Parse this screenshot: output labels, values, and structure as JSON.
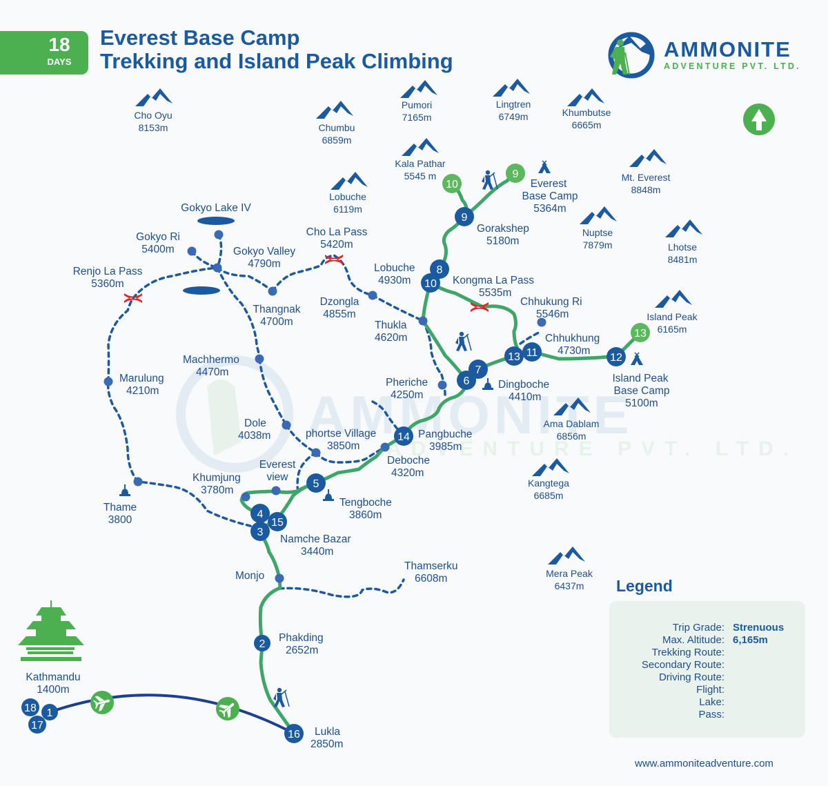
{
  "header": {
    "days_number": "18",
    "days_label": "DAYS",
    "title_line1": "Everest Base Camp",
    "title_line2": "Trekking and Island Peak Climbing"
  },
  "logo": {
    "brand": "AMMONITE",
    "subtitle": "ADVENTURE PVT. LTD.",
    "icon": "hiker-mountain-logo-icon"
  },
  "compass": {
    "icon": "north-arrow-icon"
  },
  "colors": {
    "primary_blue": "#1c5aa0",
    "route_green": "#3fa66a",
    "accent_green": "#4caf50",
    "pass_red": "#e0242b",
    "background": "#f8fafc",
    "legend_bg": "#e9f2ec"
  },
  "peaks": [
    {
      "name": "Cho Oyu",
      "altitude": "8153m"
    },
    {
      "name": "Chumbu",
      "altitude": "6859m"
    },
    {
      "name": "Pumori",
      "altitude": "7165m"
    },
    {
      "name": "Lingtren",
      "altitude": "6749m"
    },
    {
      "name": "Khumbutse",
      "altitude": "6665m"
    },
    {
      "name": "Kala Pathar",
      "altitude": "5545 m"
    },
    {
      "name": "Lobuche",
      "altitude": "6119m"
    },
    {
      "name": "Mt. Everest",
      "altitude": "8848m"
    },
    {
      "name": "Nuptse",
      "altitude": "7879m"
    },
    {
      "name": "Lhotse",
      "altitude": "8481m"
    },
    {
      "name": "Island Peak",
      "altitude": "6165m"
    },
    {
      "name": "Ama Dablam",
      "altitude": "6856m"
    },
    {
      "name": "Kangtega",
      "altitude": "6685m"
    },
    {
      "name": "Mera Peak",
      "altitude": "6437m"
    }
  ],
  "places": [
    {
      "name": "Everest",
      "name2": "Base Camp",
      "altitude": "5364m"
    },
    {
      "name": "Gorakshep",
      "altitude": "5180m"
    },
    {
      "name": "Lobuche",
      "altitude": "4930m"
    },
    {
      "name": "Kongma La Pass",
      "altitude": "5535m"
    },
    {
      "name": "Chhukung Ri",
      "altitude": "5546m"
    },
    {
      "name": "Chhukhung",
      "altitude": "4730m"
    },
    {
      "name": "Island Peak",
      "name2": "Base Camp",
      "altitude": "5100m"
    },
    {
      "name": "Thukla",
      "altitude": "4620m"
    },
    {
      "name": "Dingboche",
      "altitude": "4410m"
    },
    {
      "name": "Pheriche",
      "altitude": "4250m"
    },
    {
      "name": "Pangbuche",
      "altitude": "3985m"
    },
    {
      "name": "Deboche",
      "altitude": "4320m"
    },
    {
      "name": "Tengboche",
      "altitude": "3860m"
    },
    {
      "name": "phortse Village",
      "altitude": "3850m"
    },
    {
      "name": "Dole",
      "altitude": "4038m"
    },
    {
      "name": "Machhermo",
      "altitude": "4470m"
    },
    {
      "name": "Everest",
      "name2": "view",
      "altitude": ""
    },
    {
      "name": "Khumjung",
      "altitude": "3780m"
    },
    {
      "name": "Namche Bazar",
      "altitude": "3440m"
    },
    {
      "name": "Monjo",
      "altitude": ""
    },
    {
      "name": "Thamserku",
      "altitude": "6608m"
    },
    {
      "name": "Phakding",
      "altitude": "2652m"
    },
    {
      "name": "Lukla",
      "altitude": "2850m"
    },
    {
      "name": "Kathmandu",
      "altitude": "1400m"
    },
    {
      "name": "Thame",
      "altitude": "3800"
    },
    {
      "name": "Marulung",
      "altitude": "4210m"
    },
    {
      "name": "Renjo La Pass",
      "altitude": "5360m"
    },
    {
      "name": "Gokyo Ri",
      "altitude": "5400m"
    },
    {
      "name": "Gokyo Lake IV",
      "altitude": ""
    },
    {
      "name": "Gokyo Valley",
      "altitude": "4790m"
    },
    {
      "name": "Thangnak",
      "altitude": "4700m"
    },
    {
      "name": "Cho La Pass",
      "altitude": "5420m"
    },
    {
      "name": "Dzongla",
      "altitude": "4855m"
    }
  ],
  "day_markers": {
    "blue": [
      "9",
      "8",
      "10",
      "7",
      "6",
      "13",
      "11",
      "12",
      "14",
      "5",
      "4",
      "15",
      "3",
      "2",
      "16",
      "18",
      "1",
      "17"
    ],
    "green": [
      "10",
      "9",
      "13"
    ]
  },
  "legend": {
    "title": "Legend",
    "trip_grade_label": "Trip Grade:",
    "trip_grade_value": "Strenuous",
    "max_altitude_label": "Max. Altitude:",
    "max_altitude_value": "6,165m",
    "trekking_route_label": "Trekking Route:",
    "secondary_route_label": "Secondary Route:",
    "driving_route_label": "Driving Route:",
    "flight_label": "Flight:",
    "lake_label": "Lake:",
    "pass_label": "Pass:"
  },
  "watermark": {
    "brand": "AMMONITE",
    "sub": "ADVENTURE PVT. LTD."
  },
  "website": "www.ammoniteadventure.com"
}
